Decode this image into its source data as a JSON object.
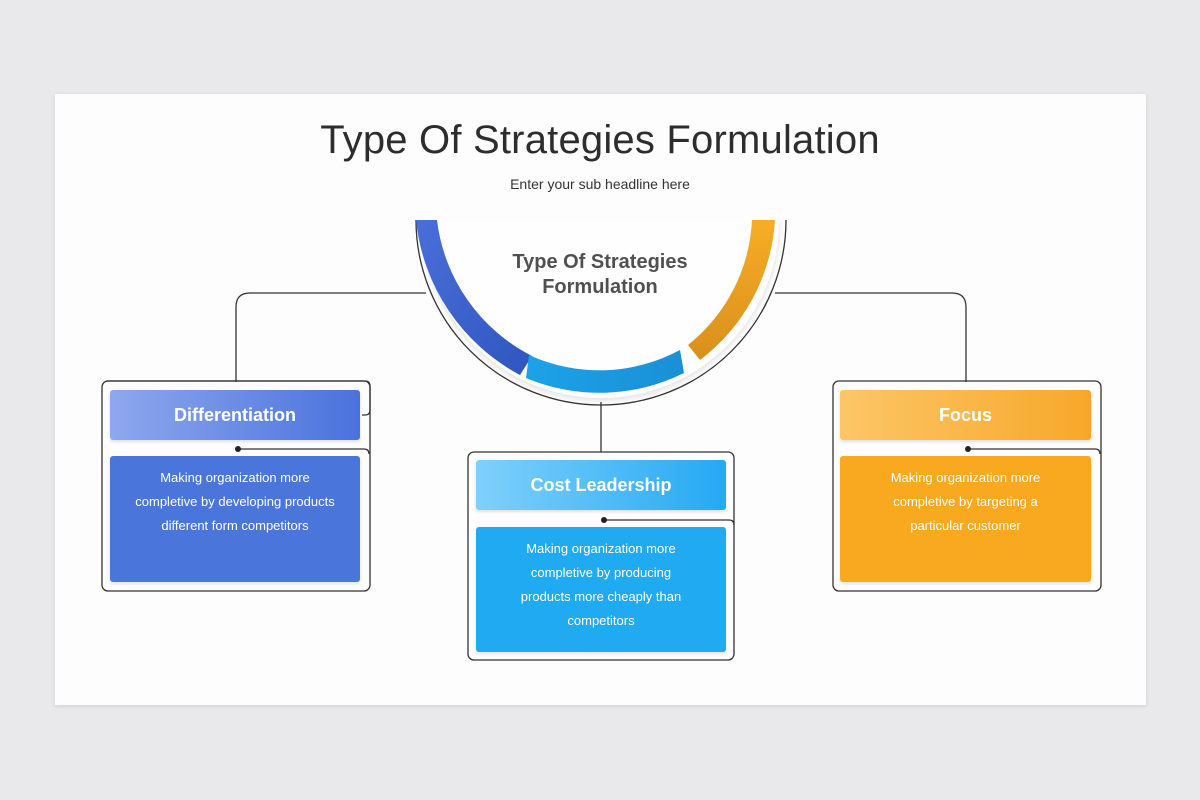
{
  "header": {
    "title": "Type Of Strategies Formulation",
    "subtitle": "Enter your sub headline here"
  },
  "center": {
    "label_line1": "Type Of Strategies",
    "label_line2": "Formulation"
  },
  "colors": {
    "blue": "#4a72dc",
    "sky": "#1faaf1",
    "orange": "#f9a920",
    "connector": "#333333"
  },
  "nodes": [
    {
      "title": "Differentiation",
      "lines": [
        "Making organization more",
        "completive by developing products",
        "different form competitors"
      ]
    },
    {
      "title": "Cost Leadership",
      "lines": [
        "Making organization more",
        "completive by producing",
        "products more cheaply than",
        "competitors"
      ]
    },
    {
      "title": "Focus",
      "lines": [
        "Making organization more",
        "completive by targeting a",
        "particular customer"
      ]
    }
  ]
}
